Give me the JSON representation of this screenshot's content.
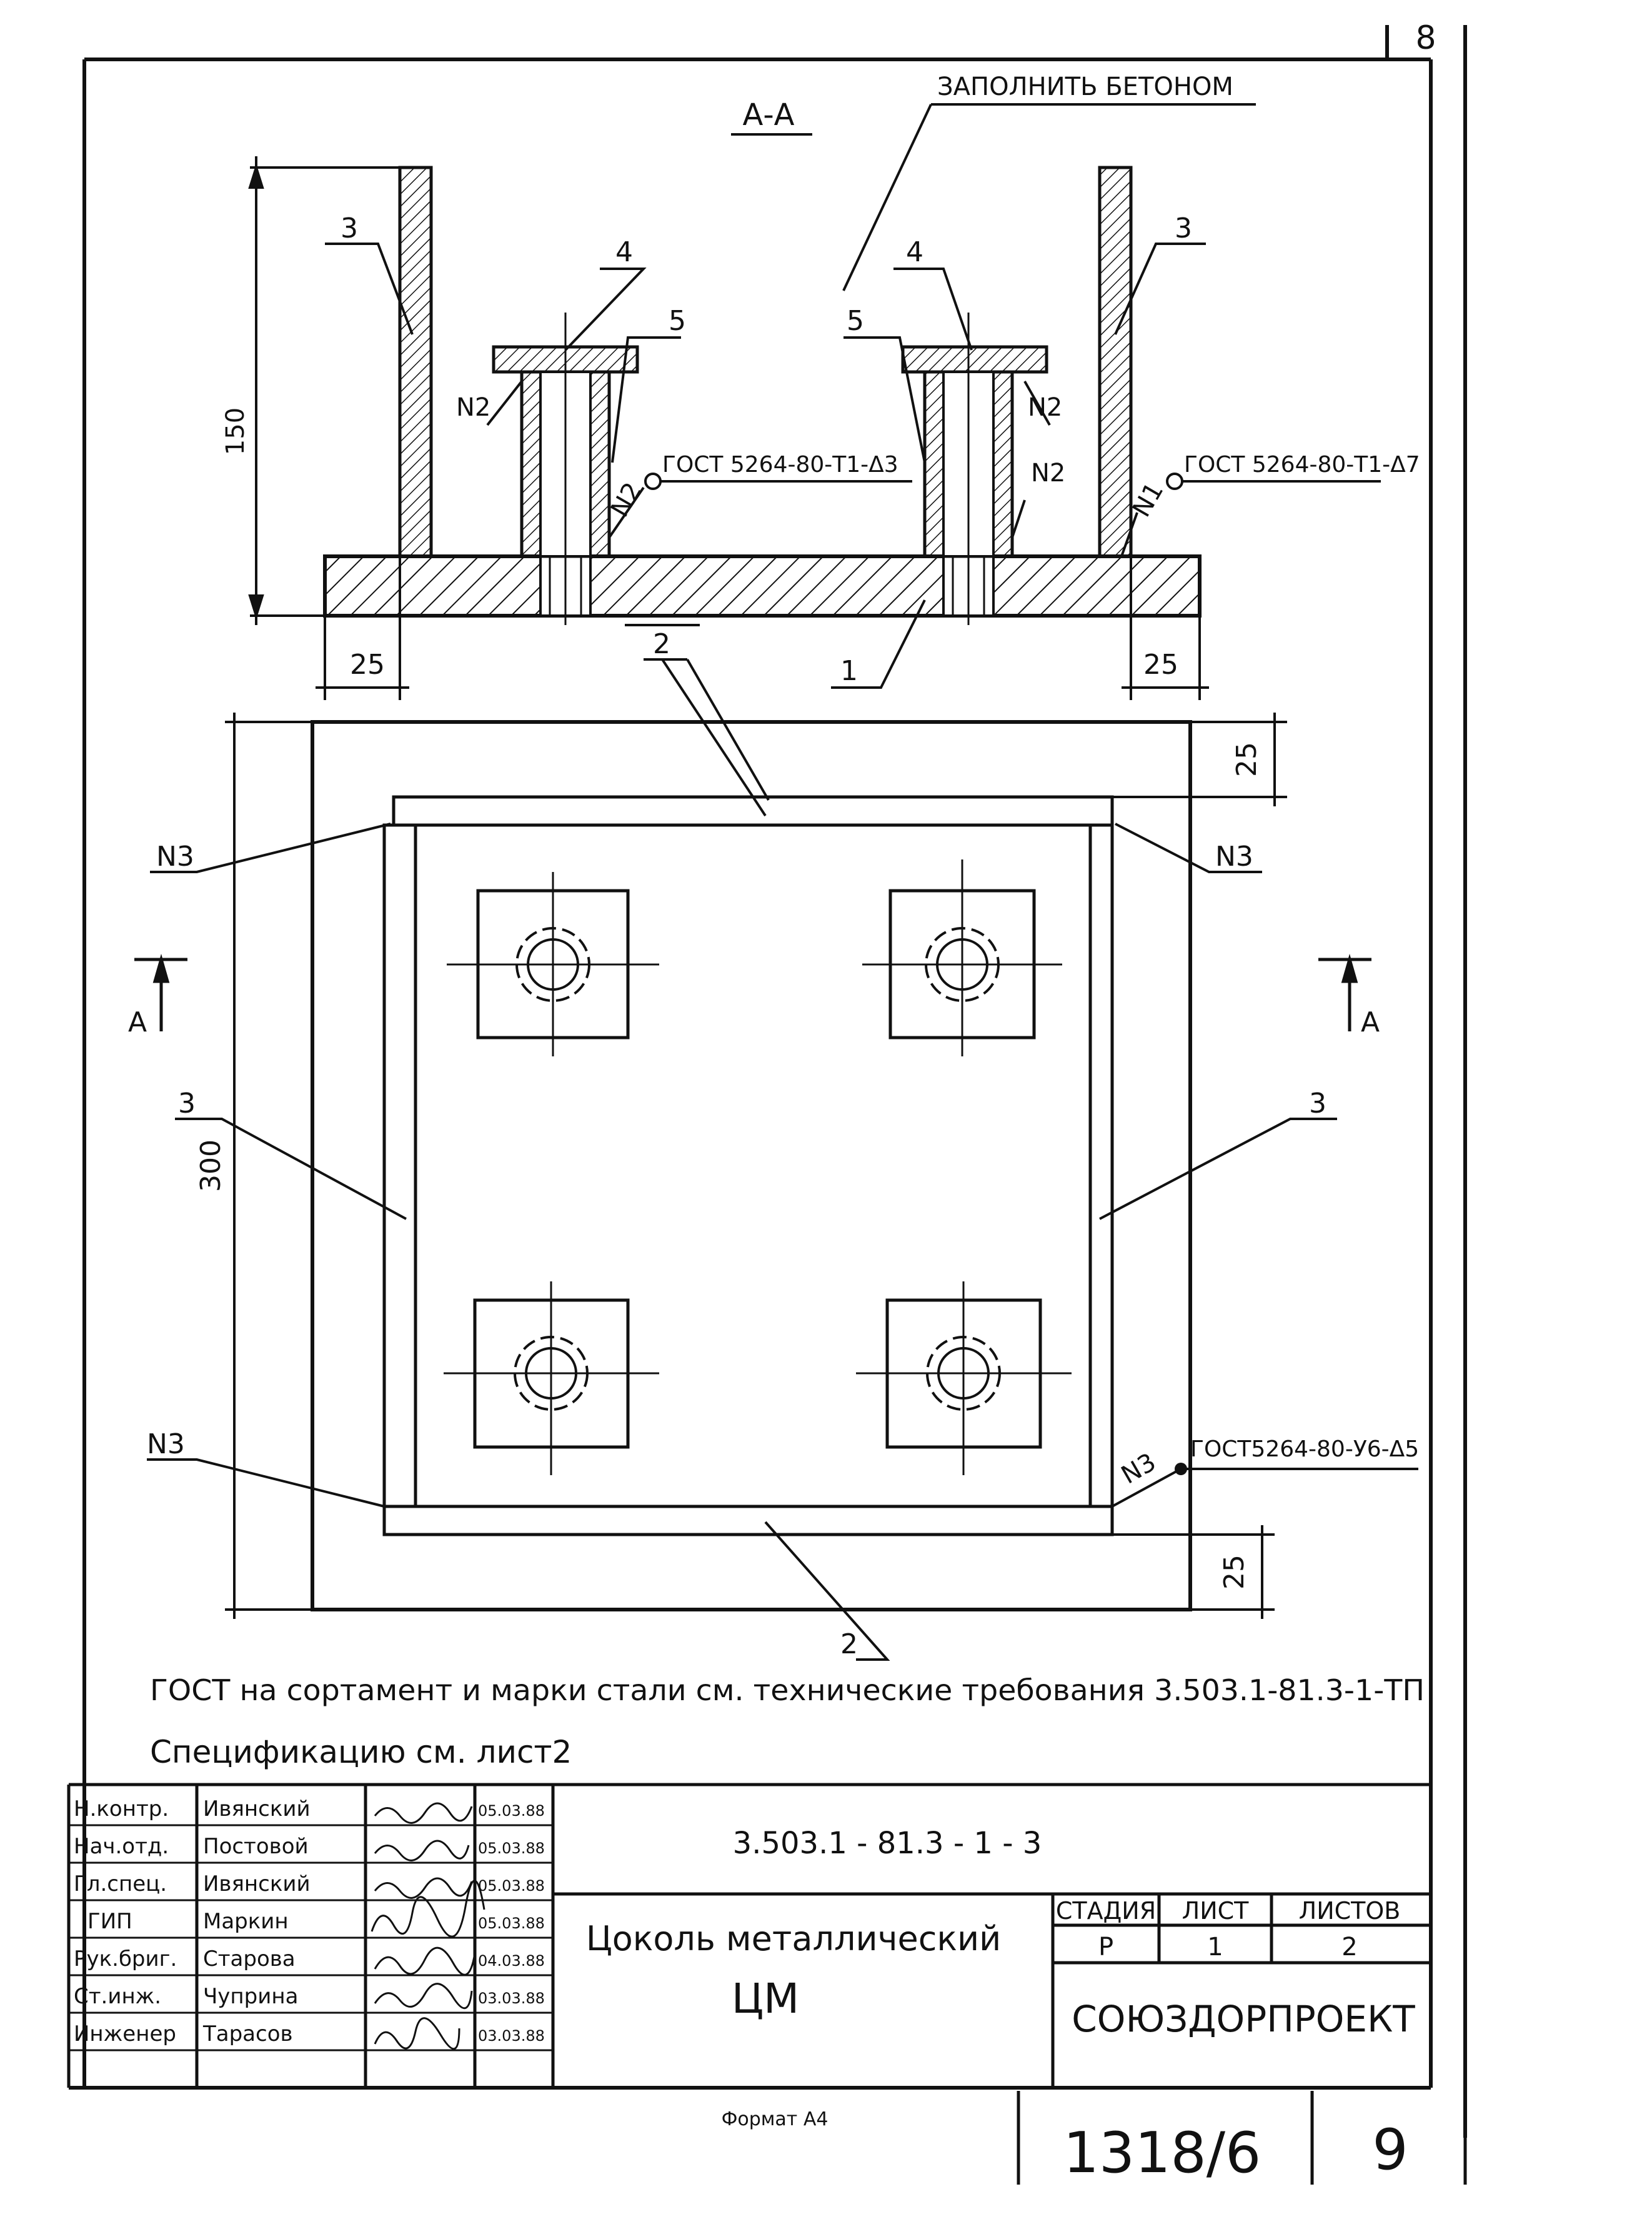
{
  "section": {
    "title": "А-А",
    "fill_note": "ЗАПОЛНИТЬ БЕТОНОМ",
    "dim_height": "150",
    "dim_left": "25",
    "dim_right": "25",
    "weld_left": "ГОСТ 5264-80-Т1-Δ3",
    "weld_right": "ГОСТ 5264-80-Т1-Δ7",
    "weld_n1": "N1",
    "weld_n2": "N2",
    "pos1": "1",
    "pos2": "2",
    "pos3": "3",
    "pos4": "4",
    "pos5": "5"
  },
  "plan": {
    "dim_top": "25",
    "dim_bottom": "25",
    "dim_height": "300",
    "weld_n3": "N3",
    "weld_corner": "ГОСТ5264-80-У6-Δ5",
    "cut_label": "А",
    "pos2": "2",
    "pos3": "3"
  },
  "notes": {
    "line1": "ГОСТ на сортамент и марки стали см. технические требования 3.503.1-81.3-1-ТП",
    "line2": "Спецификацию см. лист2"
  },
  "title_block": {
    "doc_code": "3.503.1 - 81.3 - 1 - 3",
    "name_line1": "Цоколь металлический",
    "name_line2": "ЦМ",
    "stage_header": "СТАДИЯ",
    "sheet_header": "ЛИСТ",
    "sheets_header": "ЛИСТОВ",
    "stage": "Р",
    "sheet": "1",
    "sheets": "2",
    "org": "СОЮЗДОРПРОЕКТ",
    "signers": [
      {
        "role": "Н.контр.",
        "name": "Ивянский",
        "date": "05.03.88"
      },
      {
        "role": "Нач.отд.",
        "name": "Постовой",
        "date": "05.03.88"
      },
      {
        "role": "Гл.спец.",
        "name": "Ивянский",
        "date": "05.03.88"
      },
      {
        "role": "ГИП",
        "name": "Маркин",
        "date": "05.03.88"
      },
      {
        "role": "Рук.бриг.",
        "name": "Старова",
        "date": "04.03.88"
      },
      {
        "role": "Ст.инж.",
        "name": "Чуприна",
        "date": "03.03.88"
      },
      {
        "role": "Инженер",
        "name": "Тарасов",
        "date": "03.03.88"
      }
    ]
  },
  "footer": {
    "format": "Формат А4",
    "album": "1318/6",
    "page": "9",
    "corner": "8"
  }
}
